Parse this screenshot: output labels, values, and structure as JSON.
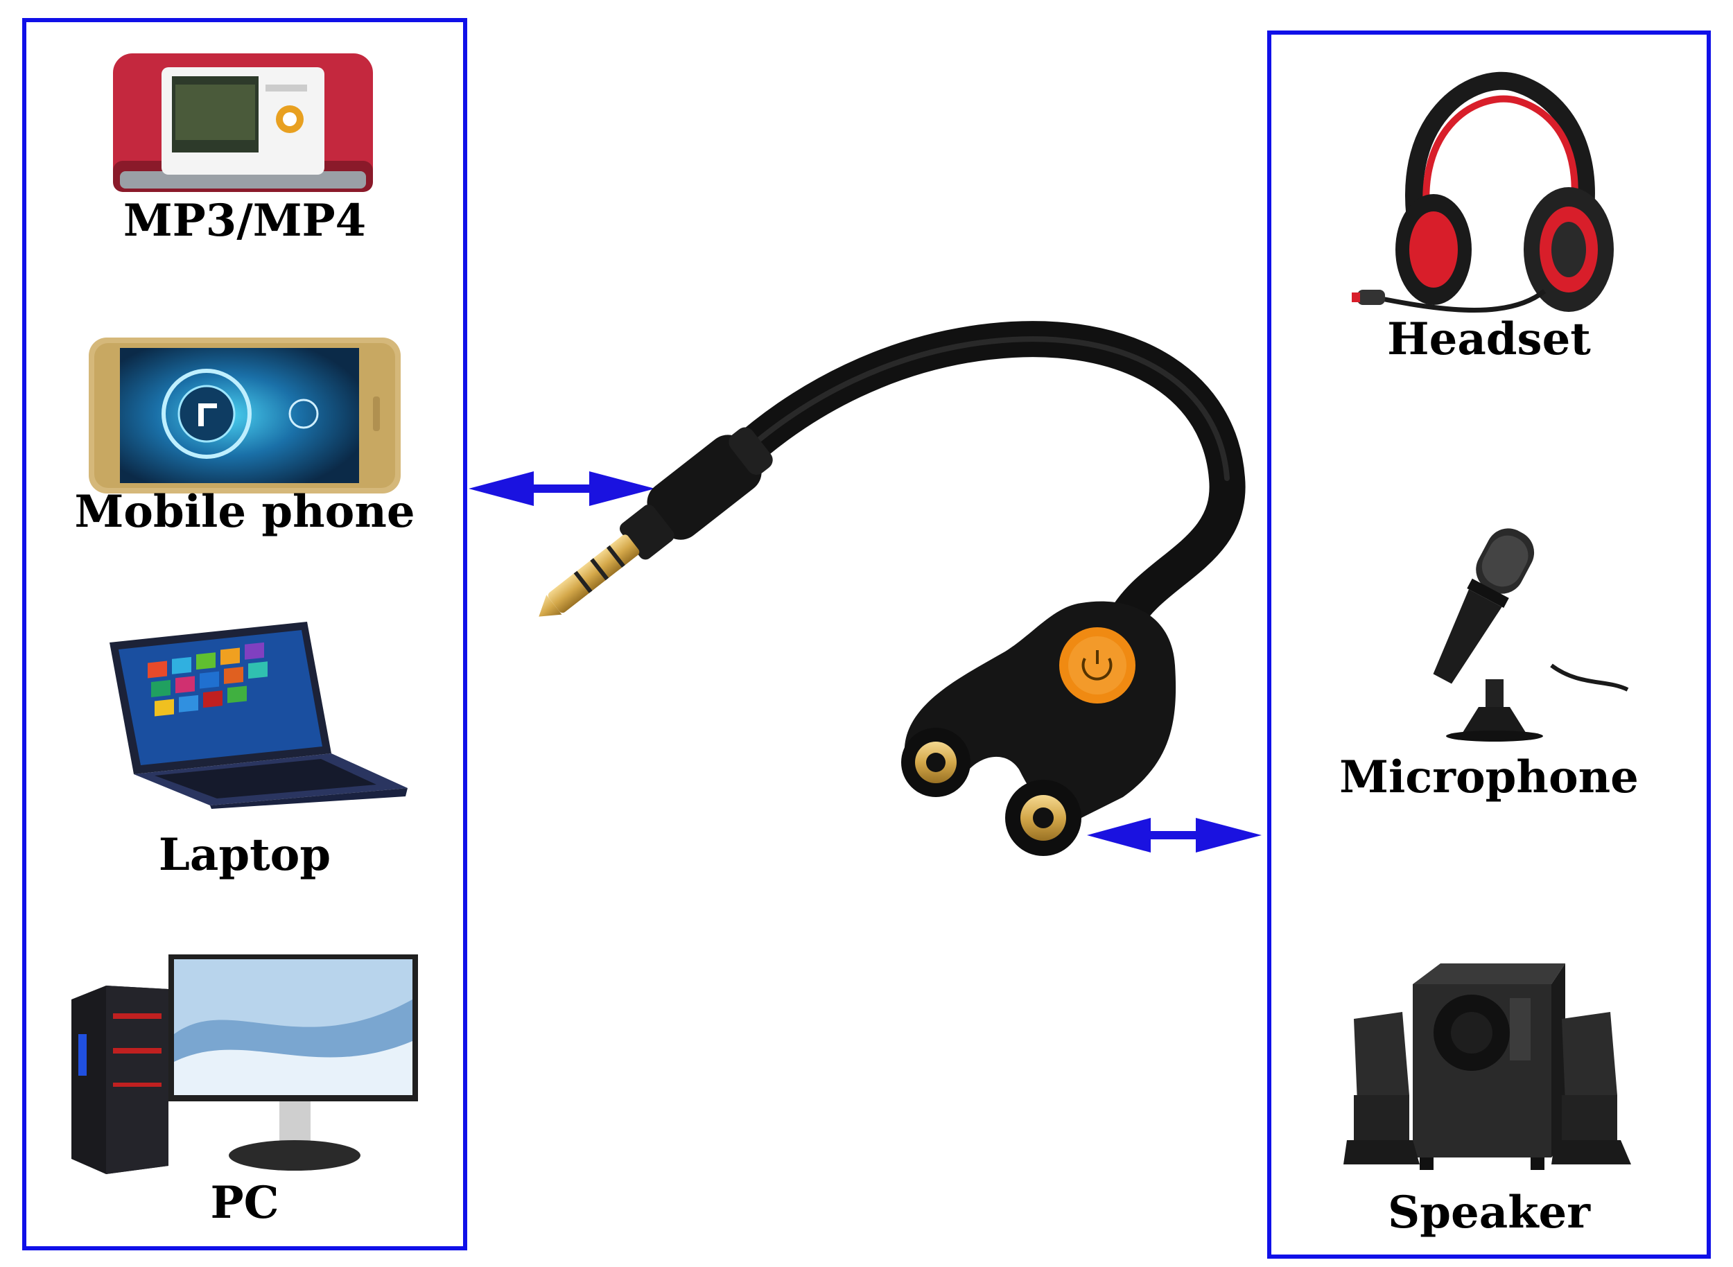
{
  "left_devices": [
    {
      "id": "mp3",
      "label": "MP3/MP4",
      "icon": "mp3-player-icon"
    },
    {
      "id": "phone",
      "label": "Mobile phone",
      "icon": "smartphone-icon"
    },
    {
      "id": "laptop",
      "label": "Laptop",
      "icon": "laptop-icon"
    },
    {
      "id": "pc",
      "label": "PC",
      "icon": "desktop-pc-icon"
    }
  ],
  "right_devices": [
    {
      "id": "headset",
      "label": "Headset",
      "icon": "headset-icon"
    },
    {
      "id": "microphone",
      "label": "Microphone",
      "icon": "microphone-icon"
    },
    {
      "id": "speaker",
      "label": "Speaker",
      "icon": "speaker-icon"
    }
  ],
  "center": {
    "icon": "audio-splitter-cable-icon"
  },
  "colors": {
    "border": "#1010e8",
    "arrow": "#1a12e0",
    "cable": "#111111",
    "button": "#f08a12",
    "gold": "#d4a84a"
  }
}
